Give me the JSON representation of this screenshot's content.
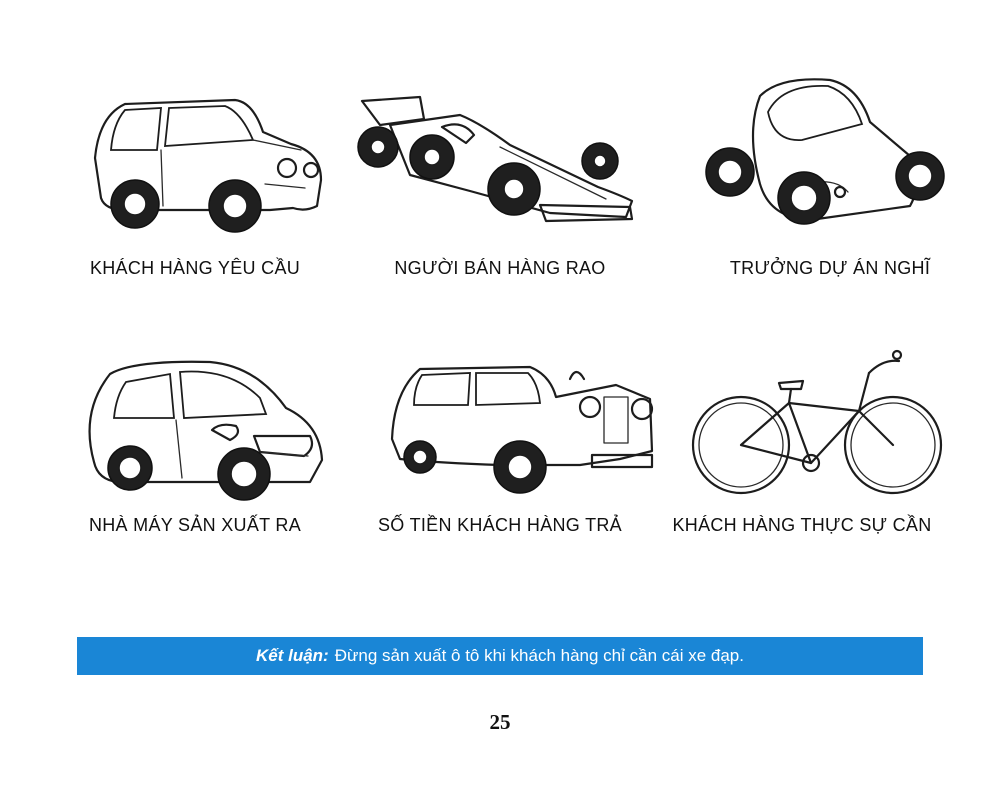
{
  "illustrations": [
    {
      "icon": "mini-car-icon",
      "caption": "KHÁCH HÀNG YÊU CẦU"
    },
    {
      "icon": "race-car-icon",
      "caption": "NGƯỜI BÁN HÀNG RAO"
    },
    {
      "icon": "concept-car-icon",
      "caption": "TRƯỞNG DỰ ÁN NGHĨ"
    },
    {
      "icon": "hatchback-car-icon",
      "caption": "NHÀ MÁY SẢN XUẤT RA"
    },
    {
      "icon": "luxury-car-icon",
      "caption": "SỐ TIỀN KHÁCH HÀNG TRẢ"
    },
    {
      "icon": "bicycle-icon",
      "caption": "KHÁCH HÀNG THỰC SỰ CẦN"
    }
  ],
  "conclusion": {
    "label": "Kết luận:",
    "text": "Đừng sản xuất ô tô khi khách hàng chỉ cần cái xe đạp."
  },
  "page_number": "25",
  "colors": {
    "banner_background": "#1a86d6",
    "banner_text": "#ffffff",
    "ink": "#1d1d1d"
  }
}
